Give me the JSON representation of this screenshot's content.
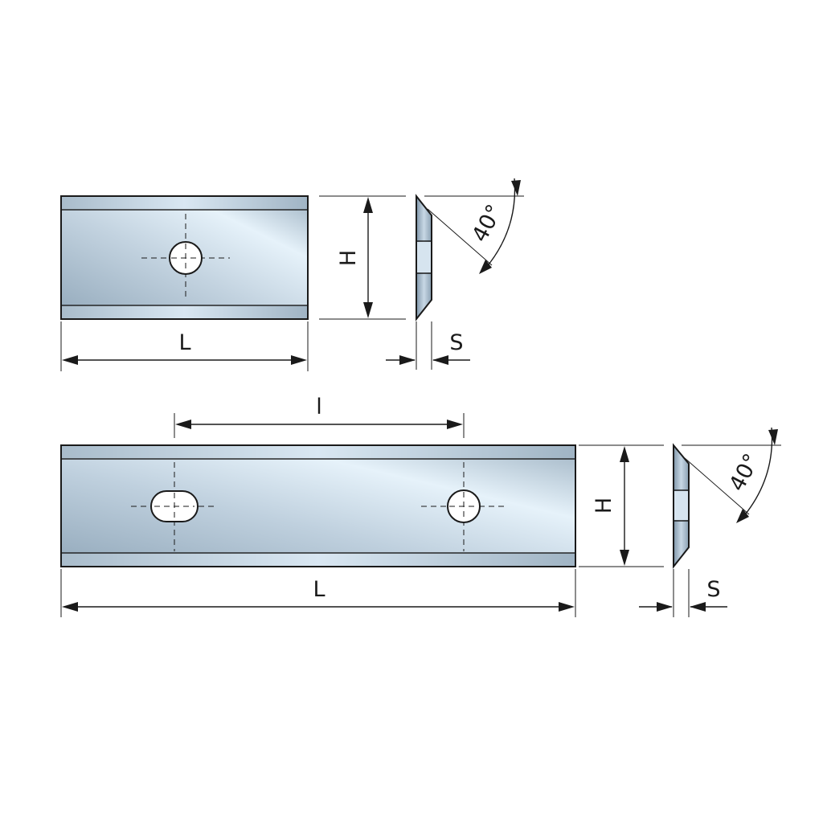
{
  "labels": {
    "length": "L",
    "height": "H",
    "thickness": "S",
    "hole_spacing": "l",
    "bevel_angle": "40°"
  },
  "colors": {
    "steel_dark": "#8da3b5",
    "steel_mid": "#b9cad8",
    "steel_light": "#e4f0f8",
    "line": "#1a1a1a"
  }
}
